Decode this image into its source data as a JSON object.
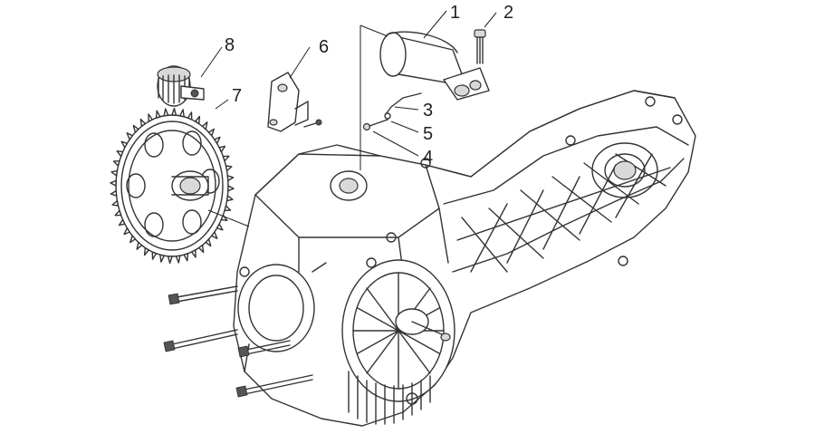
{
  "callouts": [
    {
      "id": "1",
      "label": "1"
    },
    {
      "id": "2",
      "label": "2"
    },
    {
      "id": "3",
      "label": "3"
    },
    {
      "id": "4",
      "label": "4"
    },
    {
      "id": "5",
      "label": "5"
    },
    {
      "id": "6",
      "label": "6"
    },
    {
      "id": "7",
      "label": "7"
    },
    {
      "id": "8",
      "label": "8"
    }
  ],
  "colors": {
    "line": "#333333",
    "background": "#ffffff"
  }
}
